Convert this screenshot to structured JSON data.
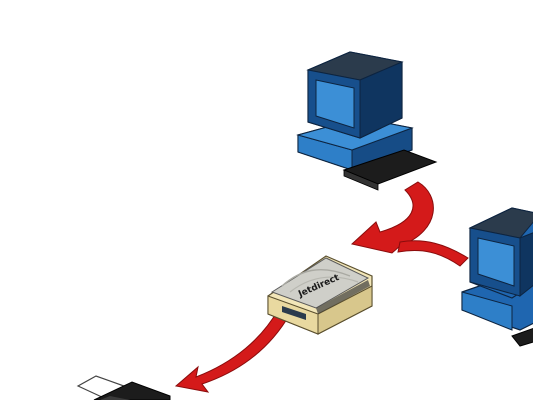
{
  "diagram": {
    "nodes": [
      {
        "id": "computer-top",
        "kind": "computer-icon"
      },
      {
        "id": "computer-right",
        "kind": "computer-icon"
      },
      {
        "id": "print-server",
        "kind": "print-server-icon",
        "logo_text": "Jetdirect"
      },
      {
        "id": "printer",
        "kind": "printer-icon"
      }
    ],
    "edges": [
      {
        "from": "computer-top",
        "to": "print-server"
      },
      {
        "from": "computer-right",
        "to": "print-server"
      },
      {
        "from": "print-server",
        "to": "printer"
      }
    ],
    "colors": {
      "arrow": "#d41a1a",
      "monitor_blue": "#1f66b0",
      "screen_blue": "#3c8fd6",
      "case_dark": "#2b3b4c",
      "keyboard": "#1c1c1c",
      "print_server_body": "#f2e6b8",
      "print_server_top": "#cfcfc9"
    }
  }
}
